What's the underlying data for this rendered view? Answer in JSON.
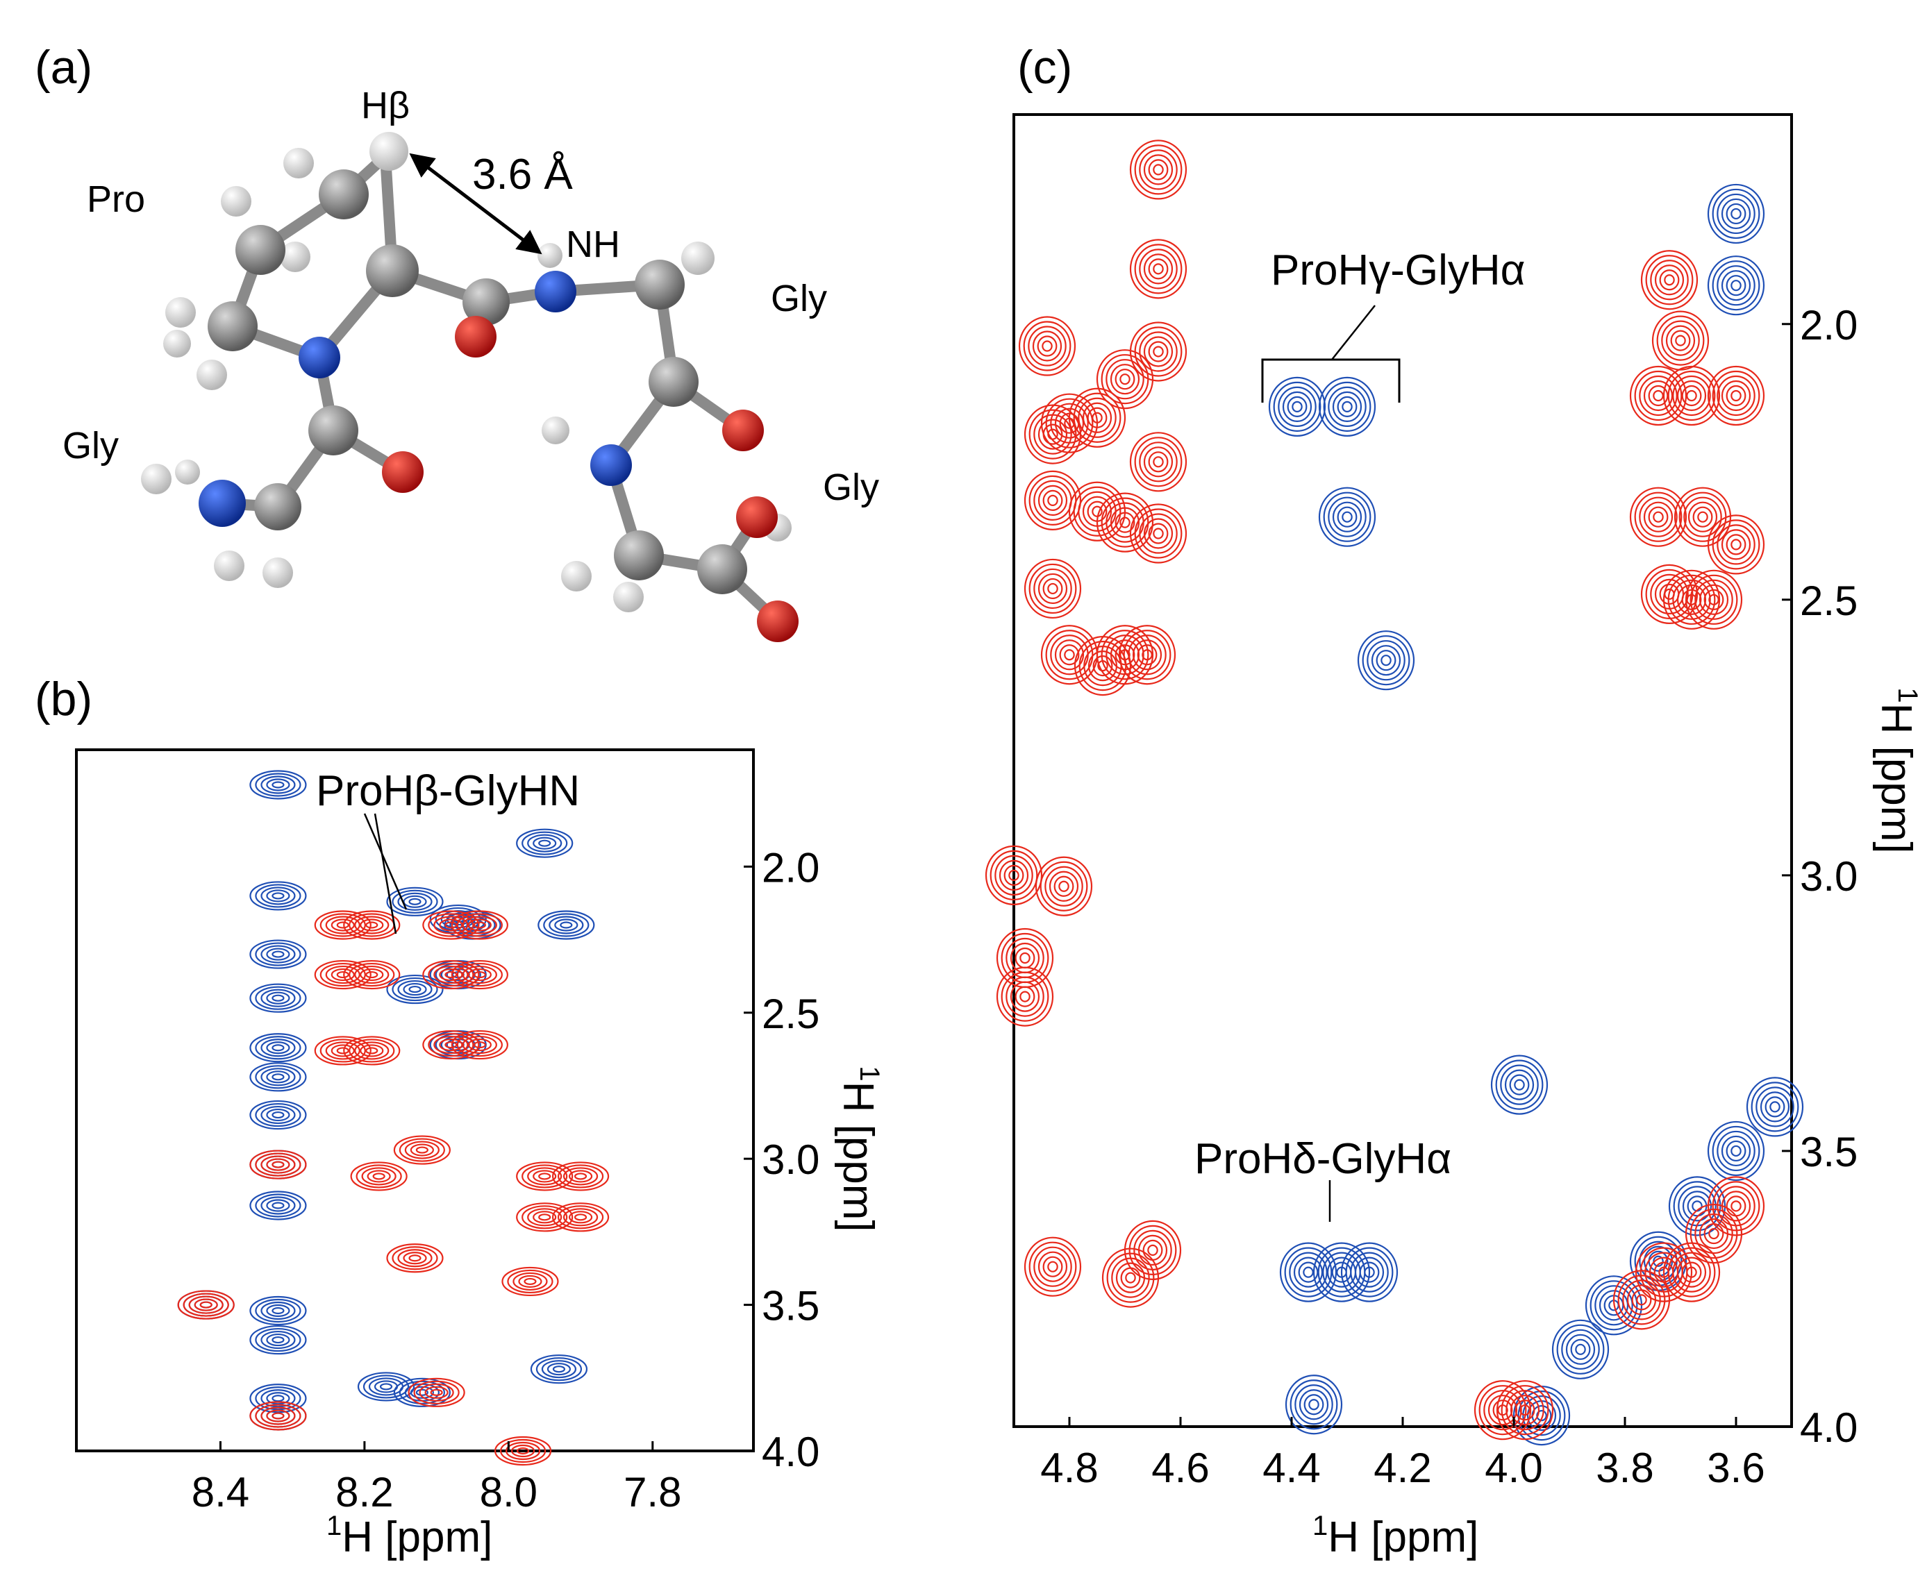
{
  "colors": {
    "blue": "#1f4fb5",
    "red": "#e8291b",
    "carbon": "#888888",
    "nitrogen": "#1a3fae",
    "oxygen": "#cc1a1a",
    "hydrogen": "#e8e8e8"
  },
  "panel_a": {
    "label": "(a)",
    "residues": {
      "pro": "Pro",
      "gly_left": "Gly",
      "gly_top": "Gly",
      "gly_right": "Gly"
    },
    "atoms": {
      "hbeta": "Hβ",
      "nh": "NH"
    },
    "distance": "3.6 Å"
  },
  "panel_b": {
    "label": "(b)",
    "annotation": "ProHβ-GlyHN",
    "x_ticks": [
      "8.4",
      "8.2",
      "8.0",
      "7.8"
    ],
    "y_ticks": [
      "2.0",
      "2.5",
      "3.0",
      "3.5",
      "4.0"
    ],
    "xlabel_sup": "1",
    "xlabel": "H [ppm]",
    "ylabel_sup": "1",
    "ylabel": "H [ppm]",
    "x_range": [
      8.6,
      7.66
    ],
    "y_range": [
      1.6,
      4.0
    ],
    "blue_peaks": [
      [
        8.32,
        1.72
      ],
      [
        8.32,
        2.1
      ],
      [
        8.32,
        2.3
      ],
      [
        8.32,
        2.45
      ],
      [
        8.32,
        2.62
      ],
      [
        8.32,
        2.72
      ],
      [
        8.32,
        2.85
      ],
      [
        8.32,
        3.02
      ],
      [
        8.32,
        3.16
      ],
      [
        8.32,
        3.52
      ],
      [
        8.32,
        3.62
      ],
      [
        8.32,
        3.82
      ],
      [
        8.32,
        3.88
      ],
      [
        7.95,
        1.92
      ],
      [
        7.92,
        2.2
      ],
      [
        8.13,
        2.12
      ],
      [
        8.13,
        2.42
      ],
      [
        8.07,
        2.18
      ],
      [
        8.07,
        2.37
      ],
      [
        8.07,
        2.61
      ],
      [
        8.05,
        2.2
      ],
      [
        8.17,
        3.78
      ],
      [
        8.12,
        3.8
      ],
      [
        7.93,
        3.72
      ],
      [
        8.42,
        3.5
      ]
    ],
    "red_peaks": [
      [
        8.23,
        2.2
      ],
      [
        8.19,
        2.2
      ],
      [
        8.23,
        2.37
      ],
      [
        8.19,
        2.37
      ],
      [
        8.23,
        2.63
      ],
      [
        8.19,
        2.63
      ],
      [
        8.08,
        2.2
      ],
      [
        8.04,
        2.2
      ],
      [
        8.08,
        2.37
      ],
      [
        8.04,
        2.37
      ],
      [
        8.08,
        2.61
      ],
      [
        8.04,
        2.61
      ],
      [
        7.95,
        3.06
      ],
      [
        7.9,
        3.06
      ],
      [
        7.95,
        3.2
      ],
      [
        7.9,
        3.2
      ],
      [
        7.97,
        3.42
      ],
      [
        8.12,
        2.97
      ],
      [
        8.13,
        3.34
      ],
      [
        8.1,
        3.8
      ],
      [
        8.32,
        3.02
      ],
      [
        8.32,
        3.88
      ],
      [
        8.42,
        3.5
      ],
      [
        8.18,
        3.06
      ],
      [
        7.98,
        4.0
      ]
    ]
  },
  "panel_c": {
    "label": "(c)",
    "annotation_gamma": "ProHγ-GlyHα",
    "annotation_delta": "ProHδ-GlyHα",
    "x_ticks": [
      "4.8",
      "4.6",
      "4.4",
      "4.2",
      "4.0",
      "3.8",
      "3.6"
    ],
    "y_ticks": [
      "2.0",
      "2.5",
      "3.0",
      "3.5",
      "4.0"
    ],
    "xlabel_sup": "1",
    "xlabel": "H [ppm]",
    "ylabel_sup": "1",
    "ylabel": "H [ppm]",
    "x_range": [
      4.9,
      3.5
    ],
    "y_range": [
      1.62,
      4.0
    ],
    "blue_peaks": [
      [
        4.39,
        2.15
      ],
      [
        4.3,
        2.15
      ],
      [
        4.3,
        2.35
      ],
      [
        4.23,
        2.61
      ],
      [
        3.99,
        3.38
      ],
      [
        4.37,
        3.72
      ],
      [
        4.31,
        3.72
      ],
      [
        4.26,
        3.72
      ],
      [
        4.36,
        3.96
      ],
      [
        3.6,
        1.8
      ],
      [
        3.6,
        1.93
      ],
      [
        3.95,
        3.98
      ],
      [
        3.88,
        3.86
      ],
      [
        3.82,
        3.78
      ],
      [
        3.74,
        3.7
      ],
      [
        3.67,
        3.6
      ],
      [
        3.6,
        3.5
      ],
      [
        3.53,
        3.42
      ]
    ],
    "red_peaks": [
      [
        4.64,
        1.72
      ],
      [
        4.64,
        1.9
      ],
      [
        4.64,
        2.05
      ],
      [
        4.84,
        2.04
      ],
      [
        4.7,
        2.1
      ],
      [
        4.75,
        2.17
      ],
      [
        4.8,
        2.18
      ],
      [
        4.83,
        2.2
      ],
      [
        4.64,
        2.25
      ],
      [
        4.83,
        2.32
      ],
      [
        4.75,
        2.34
      ],
      [
        4.7,
        2.36
      ],
      [
        4.64,
        2.38
      ],
      [
        4.83,
        2.48
      ],
      [
        4.8,
        2.6
      ],
      [
        4.74,
        2.62
      ],
      [
        4.7,
        2.6
      ],
      [
        4.66,
        2.6
      ],
      [
        3.72,
        1.92
      ],
      [
        3.7,
        2.03
      ],
      [
        3.74,
        2.13
      ],
      [
        3.68,
        2.13
      ],
      [
        3.74,
        2.35
      ],
      [
        3.66,
        2.35
      ],
      [
        3.6,
        2.13
      ],
      [
        3.6,
        2.4
      ],
      [
        3.64,
        2.5
      ],
      [
        3.68,
        2.5
      ],
      [
        3.72,
        2.49
      ],
      [
        4.9,
        3.0
      ],
      [
        4.88,
        3.15
      ],
      [
        4.88,
        3.22
      ],
      [
        4.83,
        3.71
      ],
      [
        4.69,
        3.73
      ],
      [
        4.65,
        3.68
      ],
      [
        3.77,
        3.77
      ],
      [
        3.73,
        3.72
      ],
      [
        3.68,
        3.72
      ],
      [
        3.64,
        3.65
      ],
      [
        3.6,
        3.6
      ],
      [
        4.02,
        3.97
      ],
      [
        3.98,
        3.97
      ],
      [
        4.81,
        3.02
      ]
    ]
  }
}
